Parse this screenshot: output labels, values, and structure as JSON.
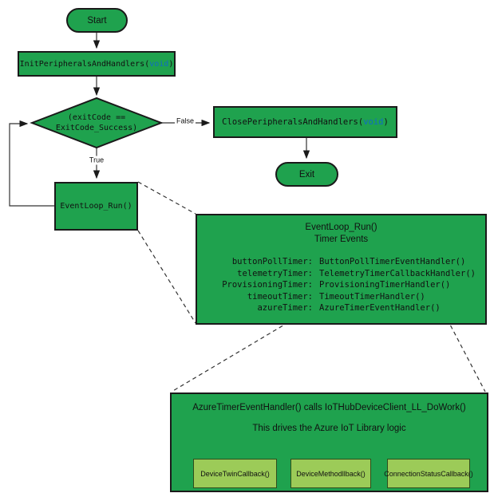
{
  "nodes": {
    "start": {
      "label": "Start"
    },
    "init": {
      "pre": "InitPeripheralsAndHandlers(",
      "keyword": "void",
      "post": ")"
    },
    "decision": {
      "line1": "(exitCode ==",
      "line2": "ExitCode_Success)"
    },
    "close": {
      "pre": "ClosePeripheralsAndHandlers(",
      "keyword": "void",
      "post": ")"
    },
    "exit": {
      "label": "Exit"
    },
    "event_loop": {
      "label": "EventLoop_Run()"
    }
  },
  "edges": {
    "false_label": "False",
    "true_label": "True"
  },
  "big_box": {
    "title_line1": "EventLoop_Run()",
    "title_line2": "Timer Events",
    "timers": [
      {
        "name": "buttonPollTimer:",
        "handler": "ButtonPollTimerEventHandler()"
      },
      {
        "name": "telemetryTimer:",
        "handler": "TelemetryTimerCallbackHandler()"
      },
      {
        "name": "ProvisioningTimer:",
        "handler": "ProvisioningTimerHandler()"
      },
      {
        "name": "timeoutTimer:",
        "handler": "TimeoutTimerHandler()"
      },
      {
        "name": "azureTimer:",
        "handler": "AzureTimerEventHandler()"
      }
    ]
  },
  "bottom_box": {
    "line1": "AzureTimerEventHandler() calls IoTHubDeviceClient_LL_DoWork()",
    "line2": "This drives the Azure IoT Library logic",
    "callbacks": [
      "DeviceTwinCallback()",
      "DeviceMethodllback()",
      "ConnectionStatusCallback()"
    ]
  },
  "colors": {
    "node_green": "#1fa24e",
    "light_green": "#9ccb58",
    "keyword_blue": "#0f6bc5",
    "line_color": "#333333"
  }
}
